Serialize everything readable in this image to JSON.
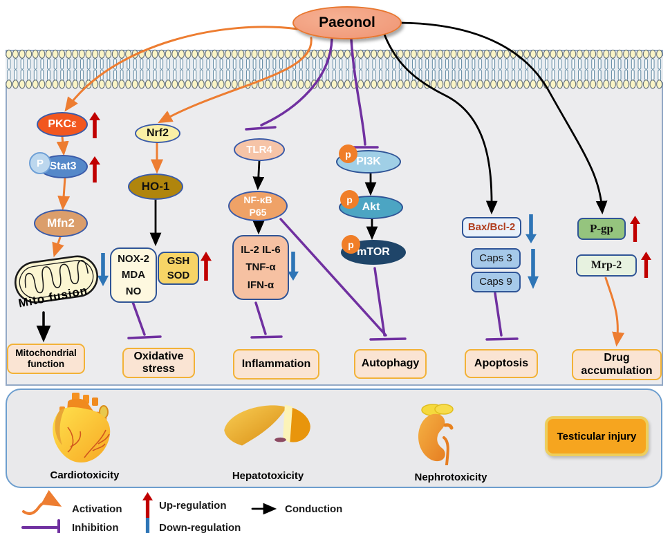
{
  "title": {
    "label": "Paeonol"
  },
  "nodes": {
    "pkce": "PKCε",
    "p_big": "P",
    "stat3": "Stat3",
    "mfn2": "Mfn2",
    "mito_fusion": "Mito fusion",
    "mito_function": "Mitochondrial function",
    "nrf2": "Nrf2",
    "ho1": "HO-1",
    "nox": {
      "lines": [
        "NOX-2",
        "MDA",
        "NO"
      ]
    },
    "gsh": {
      "lines": [
        "GSH",
        "SOD"
      ]
    },
    "oxidative": "Oxidative stress",
    "tlr4": "TLR4",
    "nfkb": {
      "lines": [
        "NF-κB",
        "P65"
      ]
    },
    "cytokines": {
      "lines": [
        "IL-2 IL-6",
        "TNF-α",
        "IFN-α"
      ]
    },
    "inflammation": "Inflammation",
    "p_small": "p",
    "pi3k": "PI3K",
    "akt": "Akt",
    "mtor": "mTOR",
    "autophagy": "Autophagy",
    "bax": "Bax/Bcl-2",
    "caps3": "Caps 3",
    "caps9": "Caps 9",
    "apoptosis": "Apoptosis",
    "pgp": "P-gp",
    "mrp2": "Mrp-2",
    "drug": "Drug accumulation"
  },
  "organs": {
    "cardio": "Cardiotoxicity",
    "hepato": "Hepatotoxicity",
    "nephro": "Nephrotoxicity",
    "testicular": "Testicular injury"
  },
  "legend": {
    "activation": "Activation",
    "inhibition": "Inhibition",
    "up": "Up-regulation",
    "down": "Down-regulation",
    "conduction": "Conduction"
  },
  "colors": {
    "activation": "#ED7D31",
    "inhibition": "#7030A0",
    "conduction": "#000000",
    "up_regulation": "#C00000",
    "down_regulation": "#2E75B6"
  }
}
